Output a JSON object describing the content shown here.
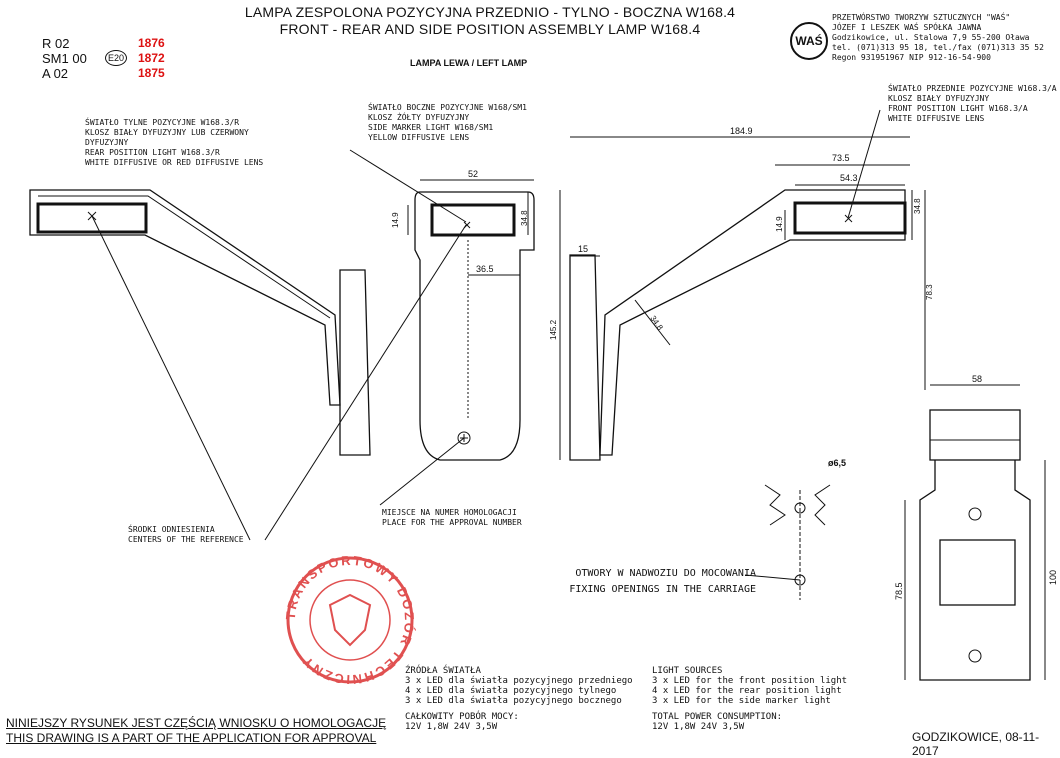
{
  "header": {
    "title_pl": "LAMPA ZESPOLONA POZYCYJNA PRZEDNIO - TYLNO - BOCZNA W168.4",
    "title_en": "FRONT - REAR AND SIDE POSITION ASSEMBLY LAMP W168.4",
    "subtitle": "LAMPA LEWA / LEFT LAMP"
  },
  "homologation": {
    "codes": [
      "R 02",
      "SM1 00",
      "A 02"
    ],
    "mark": "E20",
    "numbers": [
      "1876",
      "1872",
      "1875"
    ]
  },
  "company": {
    "logo": "WAŚ",
    "lines": [
      "PRZETWÓRSTWO TWORZYW SZTUCZNYCH \"WAŚ\"",
      "JÓZEF I LESZEK WAŚ  SPÓŁKA JAWNA",
      "Godzikowice, ul. Stalowa 7,9     55-200 Oława",
      "tel. (071)313 95 18, tel./fax (071)313 35 52",
      "Regon 931951967 NIP 912-16-54-900"
    ]
  },
  "labels": {
    "rear": [
      "ŚWIATŁO TYLNE POZYCYJNE W168.3/R",
      "KLOSZ BIAŁY DYFUZYJNY LUB CZERWONY",
      "DYFUZYJNY",
      "REAR POSITION LIGHT W168.3/R",
      "WHITE DIFFUSIVE OR RED DIFFUSIVE LENS"
    ],
    "side": [
      "ŚWIATŁO BOCZNE POZYCYJNE W168/SM1",
      "KLOSZ ŻÓŁTY DYFUZYJNY",
      "SIDE MARKER LIGHT W168/SM1",
      "YELLOW DIFFUSIVE LENS"
    ],
    "front": [
      "ŚWIATŁO PRZEDNIE POZYCYJNE W168.3/A",
      "KLOSZ BIAŁY DYFUZYJNY",
      "FRONT POSITION LIGHT W168.3/A",
      "WHITE DIFFUSIVE LENS"
    ],
    "reference": [
      "ŚRODKI ODNIESIENIA",
      "CENTERS OF THE REFERENCE"
    ],
    "approval": [
      "MIEJSCE NA NUMER HOMOLOGACJI",
      "PLACE FOR THE APPROVAL NUMBER"
    ],
    "fixing": [
      "OTWORY W NADWOZIU DO MOCOWANIA",
      "FIXING OPENINGS IN THE CARRIAGE"
    ]
  },
  "dimensions": {
    "d52": "52",
    "d14_9a": "14.9",
    "d34_8a": "34.8",
    "d36_5": "36.5",
    "d184_9": "184.9",
    "d73_5": "73.5",
    "d54_3": "54.3",
    "d14_9b": "14.9",
    "d34_8b": "34.8",
    "d15": "15",
    "d145_2": "145.2",
    "d78_3": "78.3",
    "d34_8c": "34.8",
    "d58": "58",
    "d6_5": "ø6,5",
    "d78_5": "78.5",
    "d100": "100"
  },
  "sources": {
    "title_pl": "ŹRÓDŁA ŚWIATŁA",
    "lines_pl": [
      "3 x LED dla światła pozycyjnego przedniego",
      "4 x LED dla światła pozycyjnego tylnego",
      "3 x LED dla światła pozycyjnego bocznego"
    ],
    "power_pl": "CAŁKOWITY POBÓR MOCY:",
    "power_val_pl": "12V 1,8W  24V 3,5W",
    "title_en": "LIGHT SOURCES",
    "lines_en": [
      "3 x LED for the front position light",
      "4 x LED for the rear position light",
      "3 x LED for the side marker light"
    ],
    "power_en": "TOTAL POWER CONSUMPTION:",
    "power_val_en": "12V 1,8W  24V 3,5W"
  },
  "stamp": {
    "text": "TRANSPORTOWY DOZÓR TECHNICZNY"
  },
  "footer": {
    "line_pl": "NINIEJSZY RYSUNEK JEST CZĘŚCIĄ WNIOSKU O HOMOLOGACJĘ",
    "line_en": "THIS DRAWING IS A PART OF THE APPLICATION FOR APPROVAL",
    "date": "GODZIKOWICE, 08-11-2017"
  },
  "colors": {
    "ink": "#111111",
    "red": "#dd1111",
    "stamp": "#e05050"
  }
}
